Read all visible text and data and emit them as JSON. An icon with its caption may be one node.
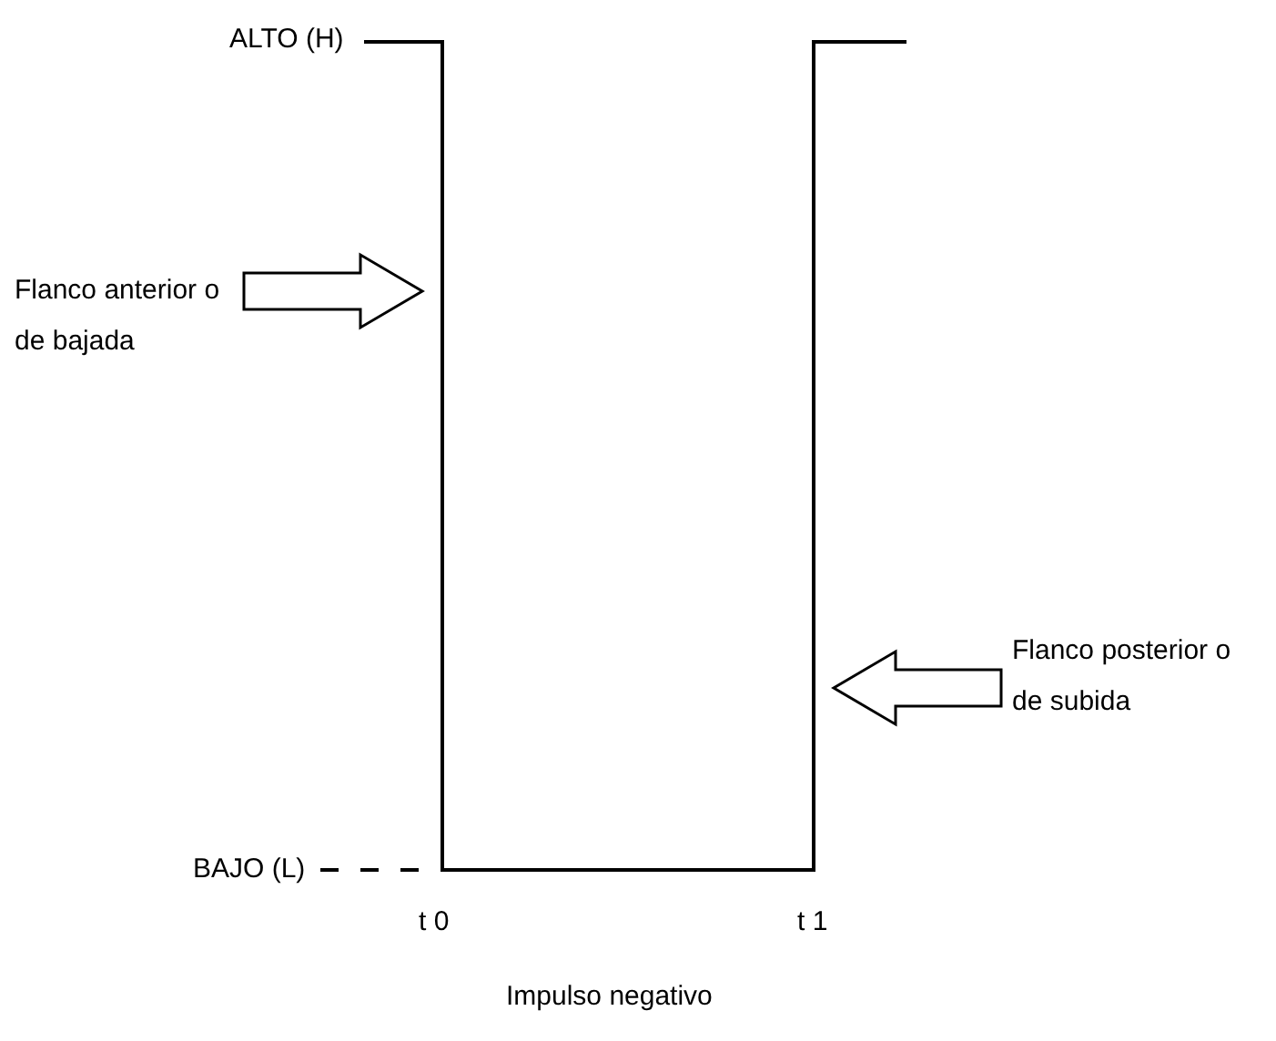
{
  "diagram": {
    "nodes": [
      {
        "text": [
          "Flanco anterior o de bajada"
        ]
      },
      {
        "text": [],
        "shape": "line"
      },
      {
        "text": [],
        "shape": "line"
      },
      {
        "text": [
          "Flanco posterior o de subida"
        ]
      }
    ],
    "edges": [
      {
        "from": 0,
        "to": 1,
        "arrow": "to"
      },
      {
        "from": 3,
        "to": 2,
        "arrow": "to"
      }
    ],
    "labels": [
      "ALTO (H)",
      "BAJO (L)",
      "t 0",
      "t 1",
      "Impulso negativo"
    ]
  }
}
